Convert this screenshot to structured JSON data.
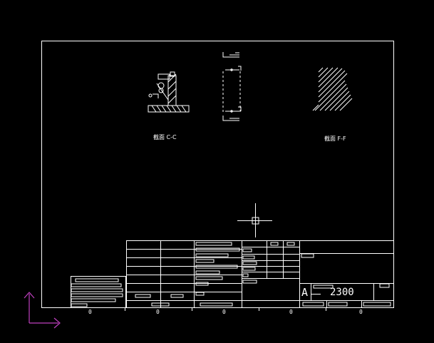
{
  "drawing": {
    "section_cc_label": "截面 C-C",
    "section_ff_label": "截面 F-F",
    "title_block": {
      "size_code": "A",
      "drawing_number": "2300"
    },
    "zone_markers": [
      "0",
      "0",
      "0",
      "0",
      "0"
    ]
  },
  "colors": {
    "background": "#000000",
    "lines": "#ffffff",
    "ucs_icon": "#c040c0"
  },
  "icons": {
    "cursor": "crosshair-cursor-icon",
    "ucs": "ucs-axis-icon"
  }
}
